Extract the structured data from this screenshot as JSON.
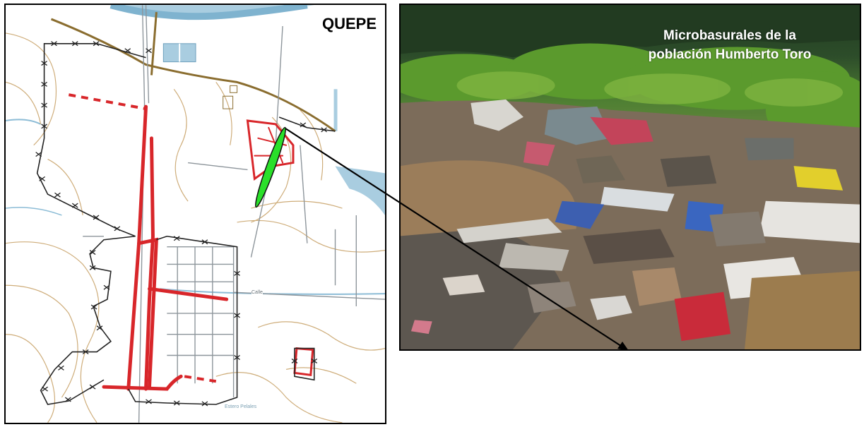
{
  "map": {
    "title": "QUEPE",
    "street_label": "Calle",
    "bottom_label": "Estero Pelales"
  },
  "photo": {
    "caption_line1": "Microbasurales de la",
    "caption_line2": "población Humberto Toro"
  },
  "colors": {
    "river": "#a9cde0",
    "contour": "#c9a46b",
    "road": "#8a6d2f",
    "street": "#8d959b",
    "urban_limit": "#d8262a",
    "fence": "#222222",
    "highlight": "#2ae02a"
  },
  "icons": {
    "highlight_marker": "green-ellipse-marker",
    "pointer": "arrow-icon"
  }
}
